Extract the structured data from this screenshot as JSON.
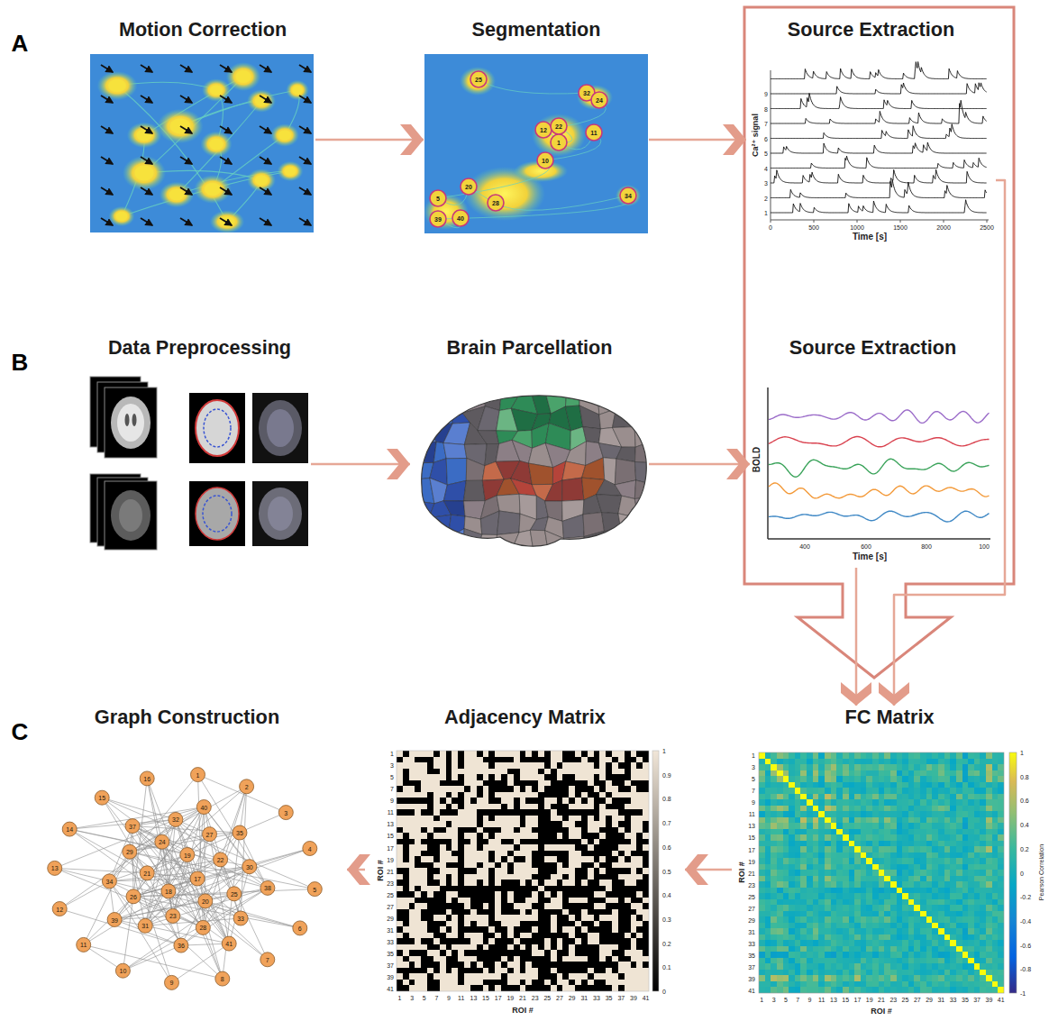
{
  "diagram": {
    "nodes": [
      {
        "text": [
          "Motion Correction"
        ]
      },
      {
        "text": [
          "Segmentation"
        ]
      },
      {
        "text": [
          "Source Extraction"
        ]
      },
      {
        "text": [
          "Data Preprocessing"
        ]
      },
      {
        "text": [
          "Brain Parcellation"
        ]
      },
      {
        "text": [
          "Source Extraction"
        ]
      },
      {
        "text": [
          "Graph Construction"
        ]
      },
      {
        "text": [
          "Adjacency Matrix"
        ]
      },
      {
        "text": [
          "FC Matrix"
        ]
      }
    ],
    "edges": [
      {
        "from": 0,
        "to": 1,
        "arrow": "to"
      },
      {
        "from": 1,
        "to": 2,
        "arrow": "to"
      },
      {
        "from": 3,
        "to": 4,
        "arrow": "to"
      },
      {
        "from": 4,
        "to": 5,
        "arrow": "to"
      },
      {
        "from": 2,
        "to": 8,
        "arrow": "to"
      },
      {
        "from": 5,
        "to": 8,
        "arrow": "to"
      },
      {
        "from": 8,
        "to": 7,
        "arrow": "to"
      },
      {
        "from": 7,
        "to": 6,
        "arrow": "to"
      }
    ],
    "labels": [
      "A",
      "B",
      "C",
      "Ca²⁺ signal",
      "Time [s]",
      "0",
      "500",
      "1000",
      "1500",
      "2000",
      "2500",
      "1",
      "2",
      "3",
      "4",
      "5",
      "6",
      "7",
      "8",
      "9",
      "BOLD",
      "Time [s]",
      "400",
      "600",
      "800",
      "100",
      "25",
      "32",
      "24",
      "12",
      "22",
      "1",
      "11",
      "10",
      "5",
      "20",
      "28",
      "34",
      "39",
      "40",
      "1",
      "2",
      "3",
      "4",
      "5",
      "6",
      "7",
      "8",
      "9",
      "10",
      "11",
      "12",
      "13",
      "14",
      "15",
      "16",
      "17",
      "18",
      "19",
      "20",
      "21",
      "22",
      "23",
      "24",
      "25",
      "26",
      "27",
      "28",
      "29",
      "30",
      "31",
      "32",
      "33",
      "34",
      "35",
      "36",
      "37",
      "38",
      "39",
      "40",
      "41",
      "ROI #",
      "ROI #",
      "1",
      "3",
      "5",
      "7",
      "9",
      "11",
      "13",
      "15",
      "17",
      "19",
      "21",
      "23",
      "25",
      "27",
      "29",
      "31",
      "33",
      "35",
      "37",
      "39",
      "41",
      "1",
      "3",
      "5",
      "7",
      "9",
      "11",
      "13",
      "15",
      "17",
      "19",
      "21",
      "23",
      "25",
      "27",
      "29",
      "31",
      "33",
      "35",
      "37",
      "39",
      "41",
      "1",
      "0.9",
      "0.8",
      "0.7",
      "0.6",
      "0.5",
      "0.4",
      "0.3",
      "0.2",
      "0.1",
      "0",
      "ROI #",
      "ROI #",
      "1",
      "3",
      "5",
      "7",
      "9",
      "11",
      "13",
      "15",
      "17",
      "19",
      "21",
      "23",
      "25",
      "27",
      "29",
      "31",
      "33",
      "35",
      "37",
      "39",
      "41",
      "1",
      "3",
      "5",
      "7",
      "9",
      "11",
      "13",
      "15",
      "17",
      "19",
      "21",
      "23",
      "25",
      "27",
      "29",
      "31",
      "33",
      "35",
      "37",
      "39",
      "41",
      "1",
      "0.8",
      "0.6",
      "0.4",
      "0.2",
      "0",
      "-0.2",
      "-0.4",
      "-0.6",
      "-0.8",
      "-1",
      "Pearson Correlation"
    ]
  }
}
